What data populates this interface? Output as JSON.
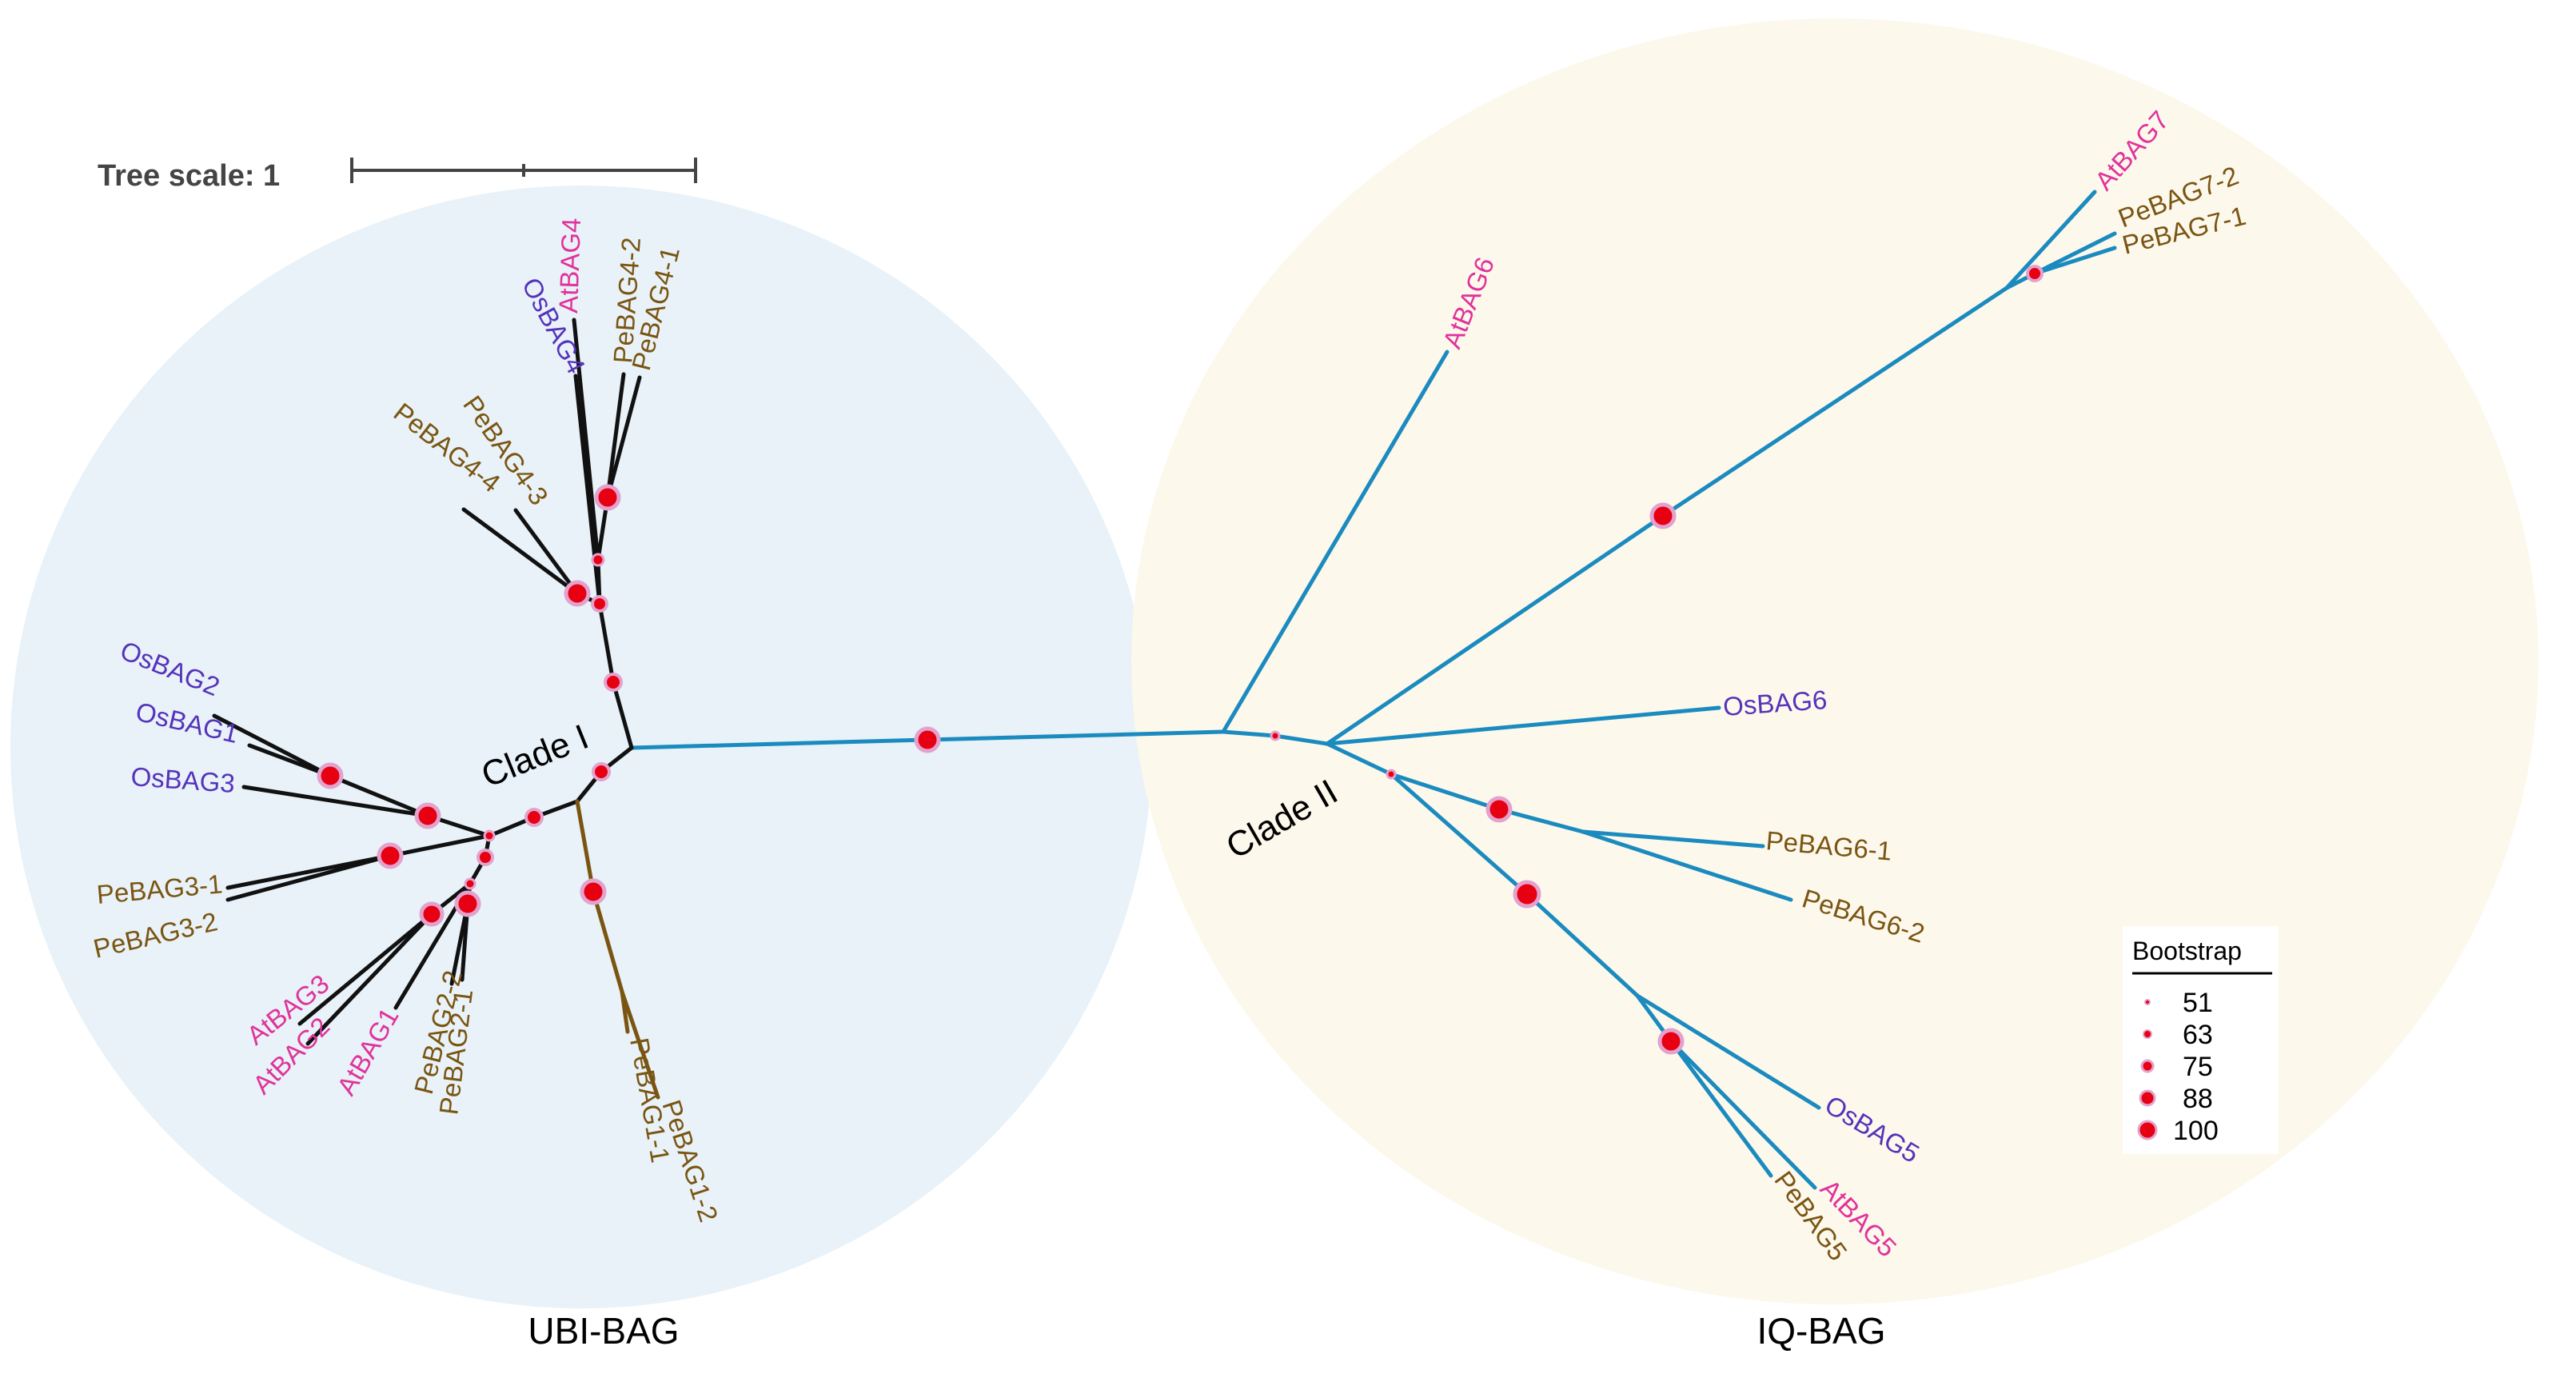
{
  "tree_scale": {
    "label": "Tree scale: 1"
  },
  "groups": {
    "ubi": {
      "label": "UBI-BAG",
      "color": "#e8f2f8"
    },
    "iq": {
      "label": "IQ-BAG",
      "color": "#fdf8ec"
    }
  },
  "clades": {
    "clade1": "Clade I",
    "clade2": "Clade II"
  },
  "colors": {
    "at": "#e0339b",
    "os": "#5533bb",
    "pe": "#7a5512",
    "branch_blue": "#1b8bbf",
    "branch_black": "#111111",
    "branch_brown": "#7a5512",
    "node": "#e60012",
    "node_halo": "#e3a2cd"
  },
  "leaves": {
    "AtBAG4": "AtBAG4",
    "PeBAG4_2": "PeBAG4-2",
    "PeBAG4_1": "PeBAG4-1",
    "OsBAG4": "OsBAG4",
    "PeBAG4_3": "PeBAG4-3",
    "PeBAG4_4": "PeBAG4-4",
    "OsBAG2": "OsBAG2",
    "OsBAG1": "OsBAG1",
    "OsBAG3": "OsBAG3",
    "PeBAG3_1": "PeBAG3-1",
    "PeBAG3_2": "PeBAG3-2",
    "AtBAG3": "AtBAG3",
    "AtBAG2": "AtBAG2",
    "AtBAG1": "AtBAG1",
    "PeBAG2_2": "PeBAG2-2",
    "PeBAG2_1": "PeBAG2-1",
    "PeBAG1_1": "PeBAG1-1",
    "PeBAG1_2": "PeBAG1-2",
    "AtBAG6": "AtBAG6",
    "AtBAG7": "AtBAG7",
    "PeBAG7_2": "PeBAG7-2",
    "PeBAG7_1": "PeBAG7-1",
    "OsBAG6": "OsBAG6",
    "PeBAG6_1": "PeBAG6-1",
    "PeBAG6_2": "PeBAG6-2",
    "OsBAG5": "OsBAG5",
    "AtBAG5": "AtBAG5",
    "PeBAG5": "PeBAG5"
  },
  "legend": {
    "title": "Bootstrap",
    "values": [
      "51",
      "63",
      "75",
      "88",
      "100"
    ]
  }
}
